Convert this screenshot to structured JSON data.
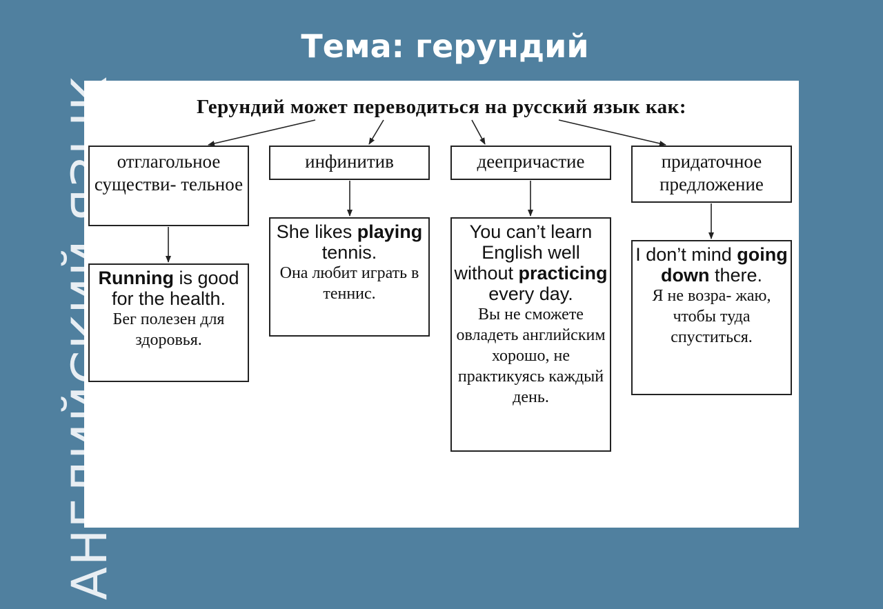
{
  "side_label": "АНГЛИЙСКИЙ ЯЗЫК",
  "title": "Тема: герундий",
  "heading": "Герундий может переводиться на русский язык как:",
  "categories": [
    {
      "label": "отглагольное существи- тельное",
      "example_en": {
        "before": "",
        "bold": "Running",
        "after": " is good for the health."
      },
      "example_ru": "Бег полезен для здоровья."
    },
    {
      "label": "инфинитив",
      "example_en": {
        "before": "She likes ",
        "bold": "playing",
        "after": " tennis."
      },
      "example_ru": "Она любит играть в теннис."
    },
    {
      "label": "деепричастие",
      "example_en": {
        "before": "You can’t learn English well without ",
        "bold": "practicing",
        "after": " every day."
      },
      "example_ru": "Вы не сможете овладеть английским хорошо, не практикуясь каждый день."
    },
    {
      "label": "придаточное предложение",
      "example_en": {
        "before": "I don’t mind ",
        "bold": "going down",
        "after": " there."
      },
      "example_ru": "Я не возра- жаю, чтобы туда спуститься."
    }
  ]
}
